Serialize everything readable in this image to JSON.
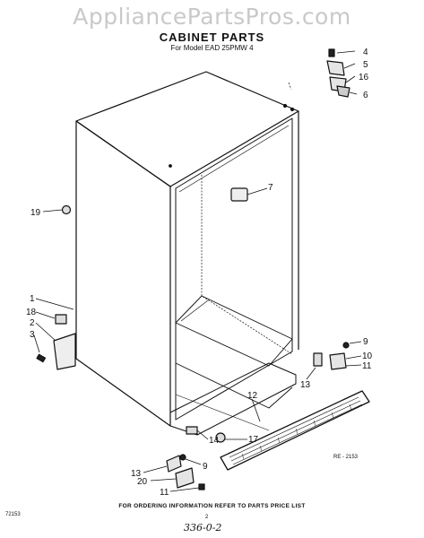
{
  "watermark": "AppliancePartsPros.com",
  "title": "CABINET PARTS",
  "subtitle": "For Model EAD 25PMW 4",
  "callouts": {
    "n1": "1",
    "n2": "2",
    "n3": "3",
    "n4": "4",
    "n5": "5",
    "n6": "6",
    "n7": "7",
    "n9a": "9",
    "n9b": "9",
    "n10": "10",
    "n11a": "11",
    "n11b": "11",
    "n12": "12",
    "n13a": "13",
    "n13b": "13",
    "n14": "14",
    "n16": "16",
    "n17": "17",
    "n18": "18",
    "n19": "19",
    "n20": "20"
  },
  "footer": "FOR ORDERING INFORMATION REFER TO PARTS PRICE LIST",
  "code_left": "72153",
  "code_right": "RE - 2153",
  "page_number": "2",
  "handwritten": "336-0-2"
}
